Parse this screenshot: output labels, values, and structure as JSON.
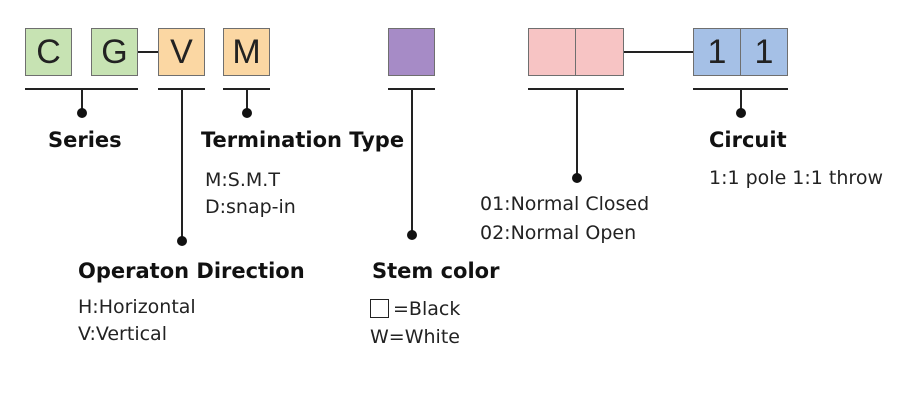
{
  "codes": {
    "series": [
      "C",
      "G"
    ],
    "operation": "V",
    "termination": "M",
    "circuit": [
      "1",
      "1"
    ]
  },
  "colors": {
    "series_box": "#c7e3b3",
    "orange_box": "#fbd7a3",
    "stem_box": "#a68bc6",
    "pink_box": "#f7c4c4",
    "circuit_box": "#a5c0e6"
  },
  "sections": {
    "series": {
      "heading": "Series"
    },
    "termination": {
      "heading": "Termination Type",
      "options": [
        "M:S.M.T",
        "D:snap-in"
      ]
    },
    "operation": {
      "heading": "Operaton Direction",
      "options": [
        "H:Horizontal",
        "V:Vertical"
      ]
    },
    "stem": {
      "heading": "Stem color",
      "options": [
        "=Black",
        "W=White"
      ],
      "swatch_icon": "empty-square-icon"
    },
    "contact": {
      "options": [
        "01:Normal Closed",
        "02:Normal Open"
      ]
    },
    "circuit": {
      "heading": "Circuit",
      "options": [
        "1:1 pole 1:1 throw"
      ]
    }
  }
}
